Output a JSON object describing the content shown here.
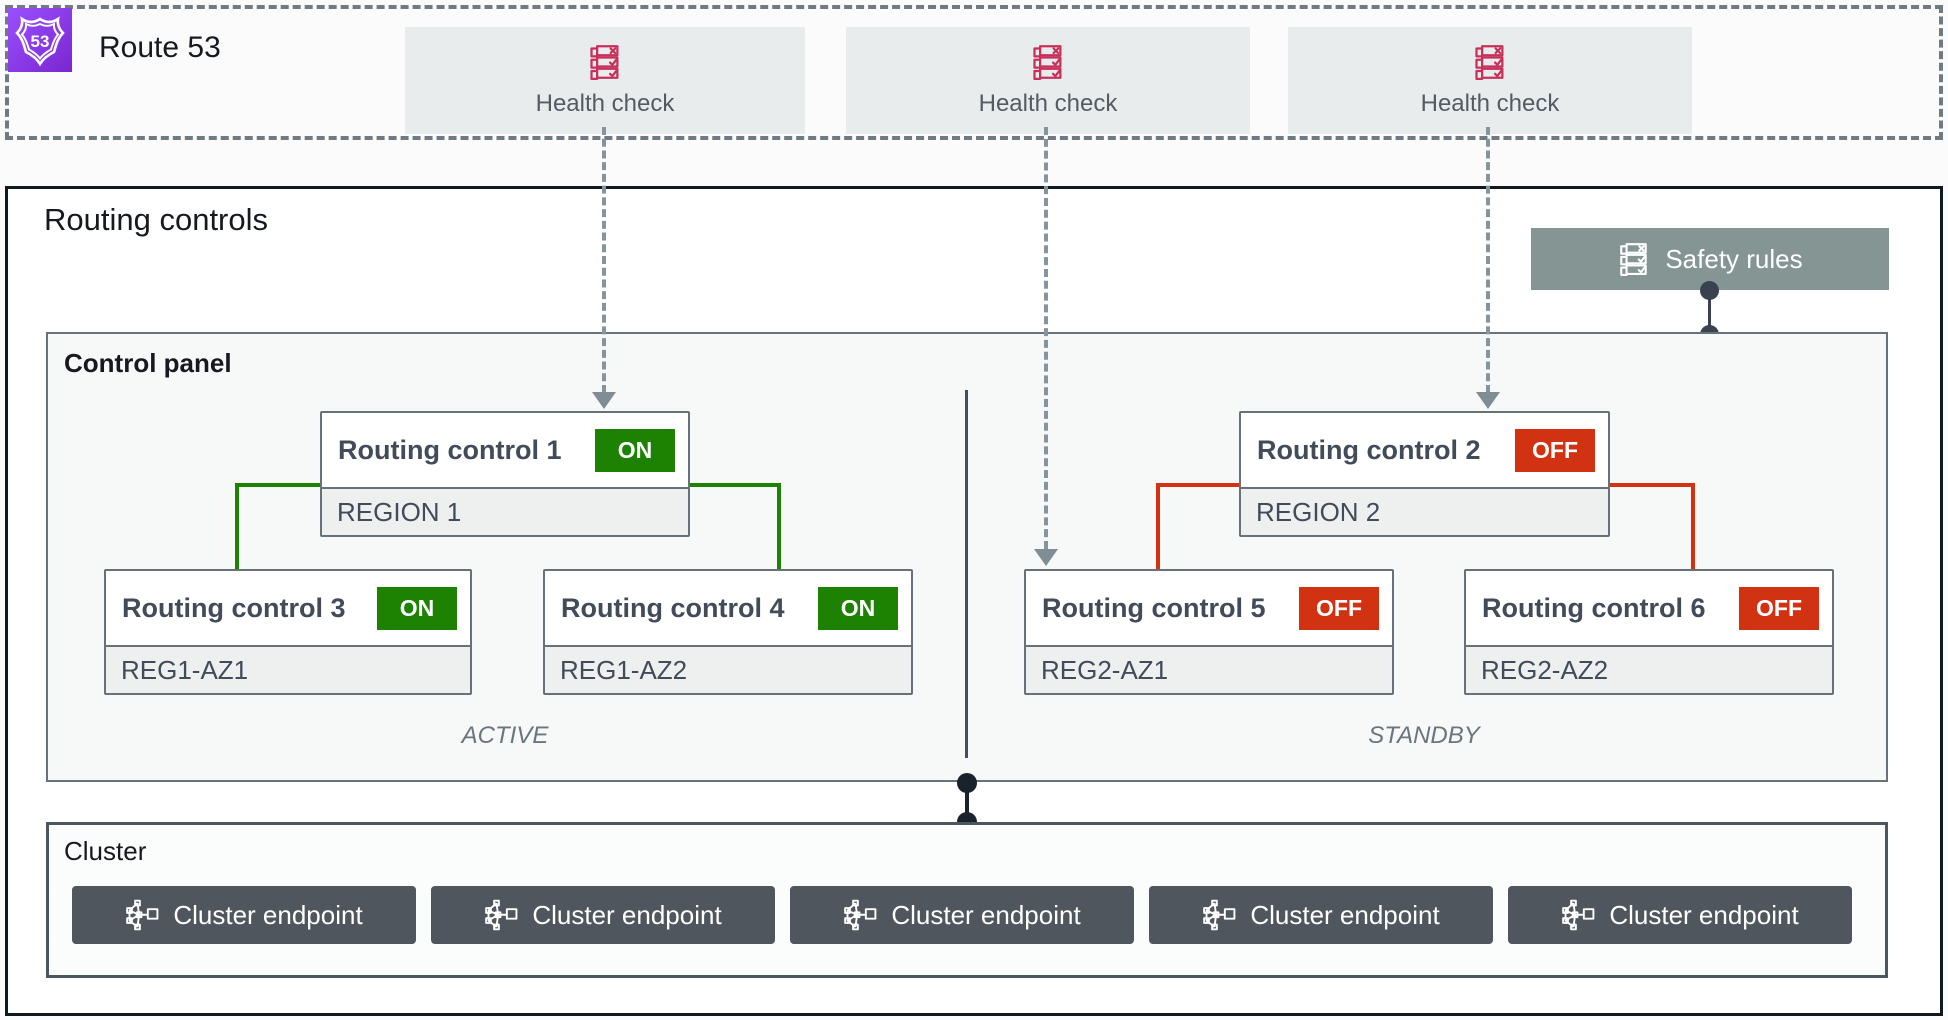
{
  "route53": {
    "label": "Route 53",
    "health_checks": [
      "Health check",
      "Health check",
      "Health check"
    ]
  },
  "routing_controls": {
    "title": "Routing controls",
    "safety_rules_label": "Safety rules",
    "control_panel": {
      "title": "Control panel",
      "active_label": "ACTIVE",
      "standby_label": "STANDBY",
      "controls": [
        {
          "name": "Routing control 1",
          "state": "ON",
          "zone": "REGION 1"
        },
        {
          "name": "Routing control 2",
          "state": "OFF",
          "zone": "REGION 2"
        },
        {
          "name": "Routing control 3",
          "state": "ON",
          "zone": "REG1-AZ1"
        },
        {
          "name": "Routing control 4",
          "state": "ON",
          "zone": "REG1-AZ2"
        },
        {
          "name": "Routing control 5",
          "state": "OFF",
          "zone": "REG2-AZ1"
        },
        {
          "name": "Routing control 6",
          "state": "OFF",
          "zone": "REG2-AZ2"
        }
      ]
    }
  },
  "cluster": {
    "title": "Cluster",
    "endpoints": [
      "Cluster endpoint",
      "Cluster endpoint",
      "Cluster endpoint",
      "Cluster endpoint",
      "Cluster endpoint"
    ]
  },
  "icons": {
    "route53": "route53-shield-icon",
    "health_check": "health-check-list-icon",
    "safety_rules": "safety-rules-list-icon",
    "cluster_endpoint": "network-endpoint-icon"
  },
  "colors": {
    "on_green": "#1d8102",
    "off_red": "#d13212",
    "health_check_pink": "#c7305b",
    "safety_rules_gray": "#859593",
    "endpoint_gray": "#4f565e",
    "route53_purple_a": "#9a50ff",
    "route53_purple_b": "#7a26cf",
    "arrow_gray": "#87949c",
    "connector_dark": "#39424e",
    "dot_dark": "#1a222c"
  }
}
